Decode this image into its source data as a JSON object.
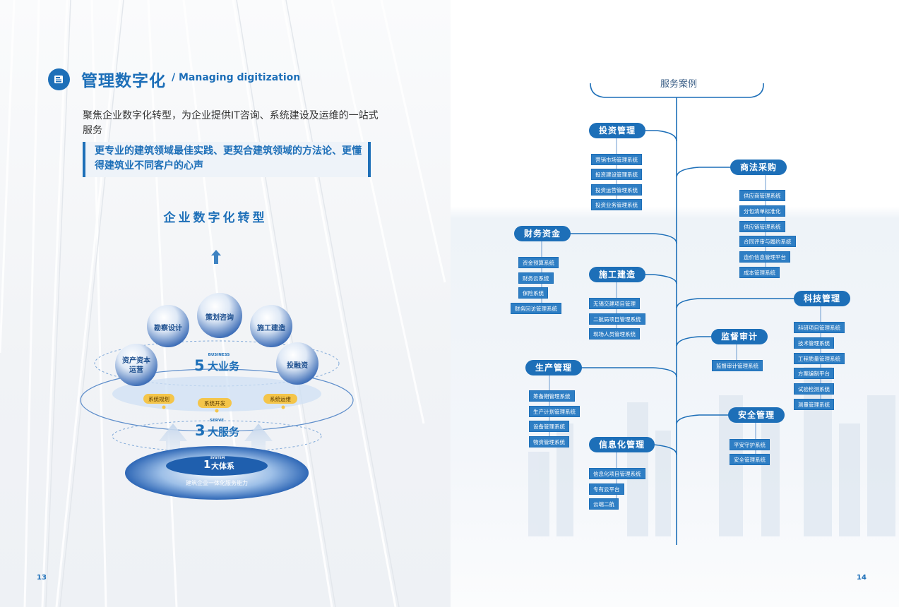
{
  "left_page": {
    "title_cn": "管理数字化",
    "title_en": "/ Managing digitization",
    "intro": "聚焦企业数字化转型，为企业提供IT咨询、系统建设及运维的一站式服务",
    "quote": "更专业的建筑领域最佳实践、更契合建筑领域的方法论、更懂得建筑业不同客户的心声",
    "diagram": {
      "title": "企业数字化转型",
      "spheres": [
        "勘察设计",
        "策划咨询",
        "施工建造",
        "资产资本运营",
        "投融资"
      ],
      "business_label": "BUSINESS",
      "business_num": "5",
      "business_text": "大业务",
      "service_tags": [
        "系统规划",
        "系统开发",
        "系统运维"
      ],
      "serve_label": "SERVE",
      "serve_num": "3",
      "serve_text": "大服务",
      "system_label": "SYSTEM",
      "system_num": "1",
      "system_text": "大体系",
      "system_caption": "建筑企业一体化服务能力"
    },
    "page_number": "13"
  },
  "right_page": {
    "root": "服务案例",
    "categories": [
      {
        "name": "投资管理",
        "items": [
          "营销市场管理系统",
          "投资建设管理系统",
          "投资运营管理系统",
          "投资业务管理系统"
        ]
      },
      {
        "name": "商法采购",
        "items": [
          "供应商管理系统",
          "分包清单标准化",
          "供应链管理系统",
          "合同评审与履约系统",
          "造价信息管理平台",
          "成本管理系统"
        ]
      },
      {
        "name": "财务资金",
        "items": [
          "资金预算系统",
          "财务云系统",
          "保险系统",
          "财务回访管理系统"
        ]
      },
      {
        "name": "施工建造",
        "items": [
          "无锡交建项目管理",
          "二航局项目管理系统",
          "现场人员管理系统"
        ]
      },
      {
        "name": "科技管理",
        "items": [
          "科研项目管理系统",
          "技术管理系统",
          "工程质量管理系统",
          "方案编制平台",
          "试验检测系统",
          "测量管理系统"
        ]
      },
      {
        "name": "监督审计",
        "items": [
          "监督审计管理系统"
        ]
      },
      {
        "name": "生产管理",
        "items": [
          "筹备期管理系统",
          "生产计划管理系统",
          "设备管理系统",
          "物资管理系统"
        ]
      },
      {
        "name": "安全管理",
        "items": [
          "平安守护系统",
          "安全管理系统"
        ]
      },
      {
        "name": "信息化管理",
        "items": [
          "信息化项目管理系统",
          "专有云平台",
          "云端二航"
        ]
      }
    ],
    "page_number": "14"
  }
}
